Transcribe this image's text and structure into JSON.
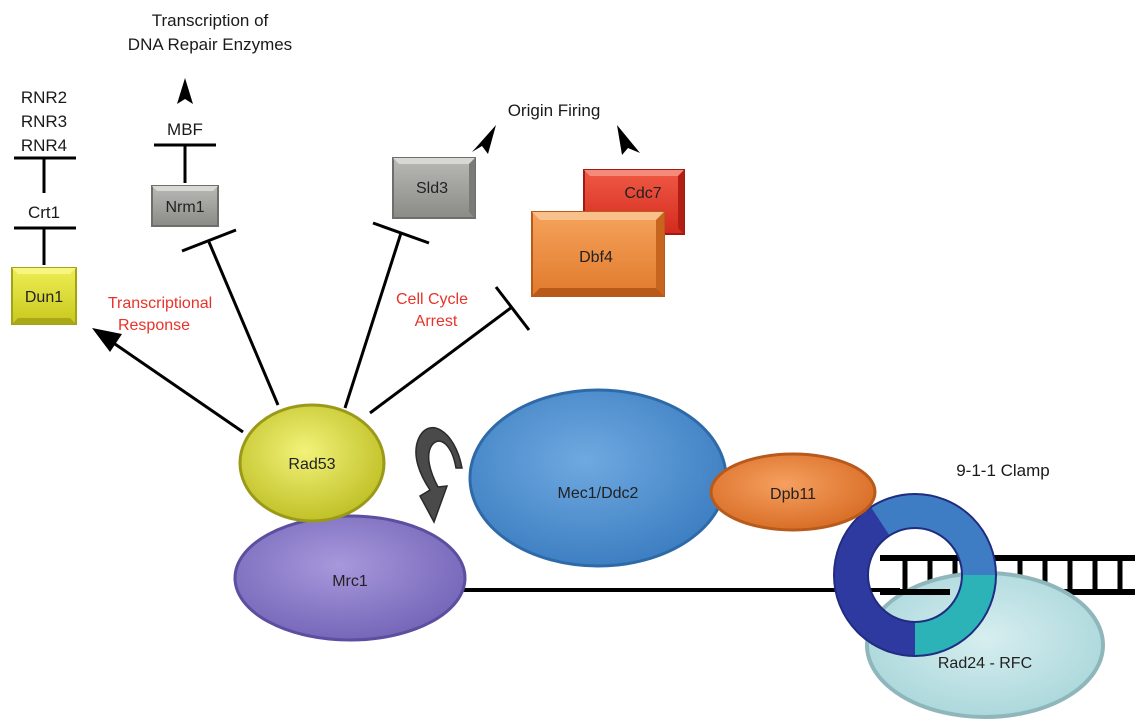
{
  "labels": {
    "transcription_line1": "Transcription of",
    "transcription_line2": "DNA Repair Enzymes",
    "rnr2": "RNR2",
    "rnr3": "RNR3",
    "rnr4": "RNR4",
    "crt1": "Crt1",
    "mbf": "MBF",
    "origin_firing": "Origin Firing",
    "transcriptional_line1": "Transcriptional",
    "transcriptional_line2": "Response",
    "cell_cycle_line1": "Cell Cycle",
    "cell_cycle_line2": "Arrest",
    "clamp": "9-1-1 Clamp"
  },
  "nodes": {
    "dun1": "Dun1",
    "nrm1": "Nrm1",
    "sld3": "Sld3",
    "cdc7": "Cdc7",
    "dbf4": "Dbf4",
    "rad53": "Rad53",
    "mrc1": "Mrc1",
    "mec1": "Mec1/Ddc2",
    "dpb11": "Dpb11",
    "rad24": "Rad24 - RFC"
  },
  "colors": {
    "dun1": "#d9d92a",
    "nrm1": "#9a9a96",
    "sld3": "#9a9a96",
    "cdc7": "#e8372a",
    "dbf4": "#f08a3c",
    "rad53": "#d6d636",
    "mrc1": "#8878c6",
    "mec1": "#4f92d2",
    "dpb11": "#ec7d32",
    "rad24": "#bfe3e6",
    "clamp_dark": "#2e3aa0",
    "clamp_mid": "#3e7cc4",
    "clamp_teal": "#2bb3b8",
    "red_text": "#e8332a"
  }
}
